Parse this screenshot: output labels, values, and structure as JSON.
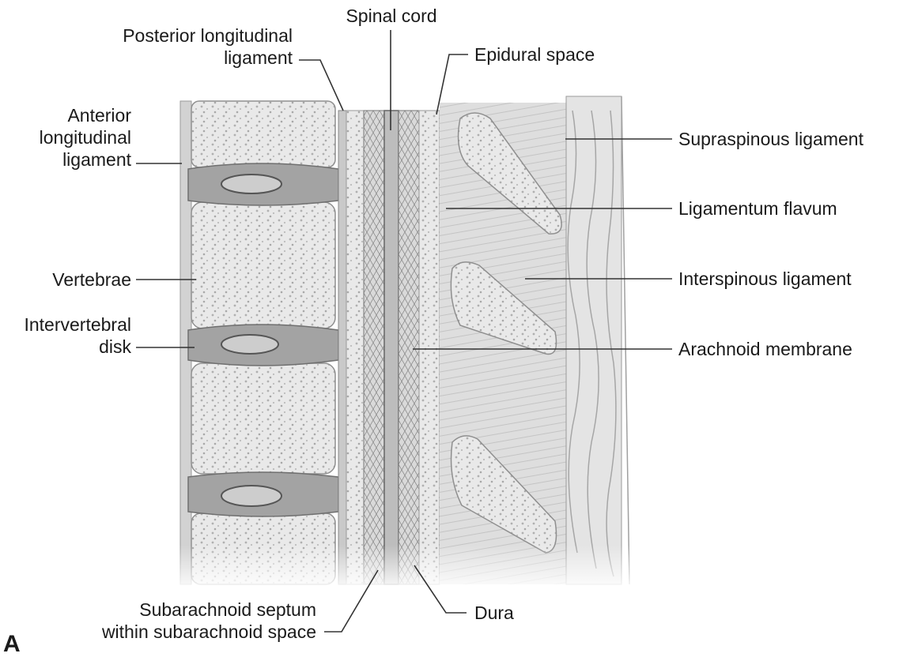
{
  "labels": {
    "spinal_cord": "Spinal cord",
    "posterior_longitudinal_ligament": [
      "Posterior longitudinal",
      "ligament"
    ],
    "epidural_space": "Epidural space",
    "anterior_longitudinal_ligament": [
      "Anterior",
      "longitudinal",
      "ligament"
    ],
    "supraspinous_ligament": "Supraspinous ligament",
    "ligamentum_flavum": "Ligamentum flavum",
    "vertebrae": "Vertebrae",
    "interspinous_ligament": "Interspinous ligament",
    "intervertebral_disk": [
      "Intervertebral",
      "disk"
    ],
    "arachnoid_membrane": "Arachnoid membrane",
    "subarachnoid_septum": [
      "Subarachnoid septum",
      "within subarachnoid space"
    ],
    "dura": "Dura",
    "panel_letter": "A"
  },
  "colors": {
    "bone": "#e6e6e6",
    "bone_speckle": "#b5b5b5",
    "disk": "#9a9a9a",
    "disk_nucleus": "#c8c8c8",
    "canal": "#cfcfcf",
    "tissue": "#dcdcdc",
    "line": "#333333"
  }
}
